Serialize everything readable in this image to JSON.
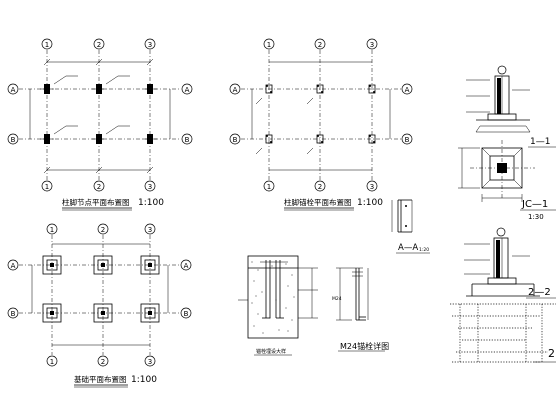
{
  "grid_labels": {
    "numbers": [
      "1",
      "2",
      "3"
    ],
    "letters": [
      "A",
      "B"
    ]
  },
  "plans": {
    "column_base_plan": {
      "title": "柱脚节点平面布置图",
      "scale": "1:100"
    },
    "anchor_bolt_plan": {
      "title": "柱脚锚栓平面布置图",
      "scale": "1:100"
    },
    "foundation_plan": {
      "title": "基础平面布置图",
      "scale": "1:100"
    }
  },
  "details": {
    "section_a": {
      "label": "A—A",
      "scale": "1:20"
    },
    "section_1": {
      "label": "1—1"
    },
    "foundation_jc1": {
      "label": "JC—1",
      "scale": "1:30"
    },
    "section_2": {
      "label": "2—2"
    },
    "anchor_bolt_detail": {
      "title": "锚栓埋设大样"
    },
    "m24_bolt": {
      "title": "M24锚栓详图",
      "tag": "M24"
    },
    "edge_fragment": {
      "label": "2"
    }
  }
}
